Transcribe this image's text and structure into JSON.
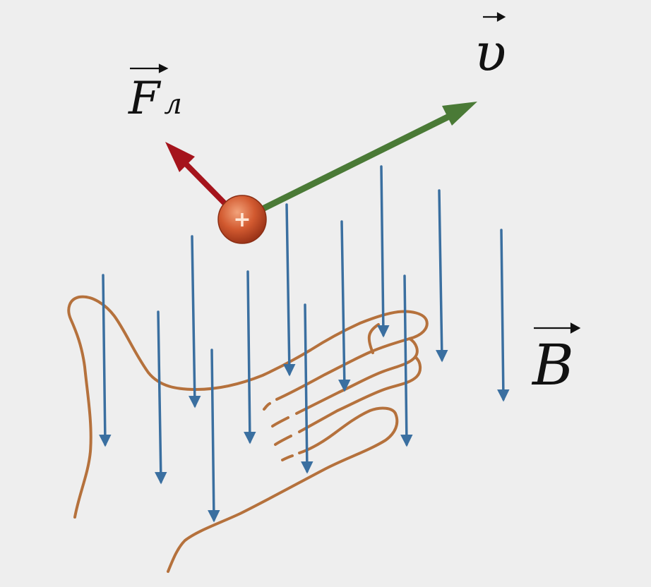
{
  "labels": {
    "force_symbol": "F",
    "force_subscript": "л",
    "velocity_symbol": "υ",
    "field_symbol": "B",
    "charge_sign": "+"
  },
  "colors": {
    "background": "#eeeeee",
    "field_lines": "#3a6fa0",
    "velocity_vector": "#4a7a36",
    "force_vector": "#a5141c",
    "hand_outline": "#b5713c",
    "charge": "#c8502a",
    "text": "#111111"
  },
  "icons": {
    "charge": "positive-charge-sphere",
    "hand": "left-hand-outline"
  }
}
